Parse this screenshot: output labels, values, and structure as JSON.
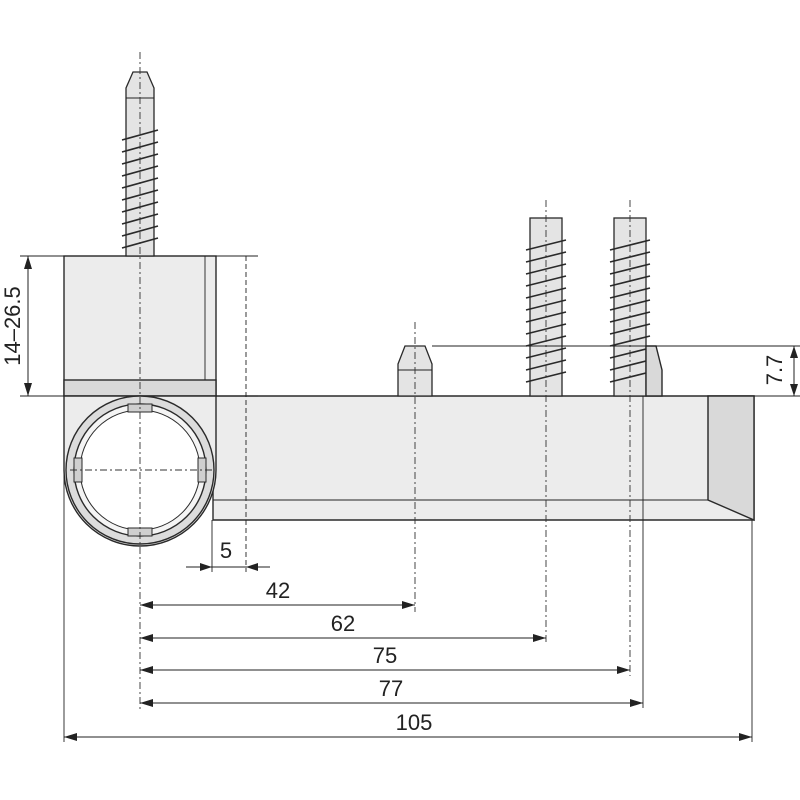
{
  "dimensions": {
    "d5": "5",
    "d42": "42",
    "d62": "62",
    "d75": "75",
    "d77": "77",
    "d105": "105",
    "height_range": "14–26.5",
    "pin_height": "7.7"
  }
}
